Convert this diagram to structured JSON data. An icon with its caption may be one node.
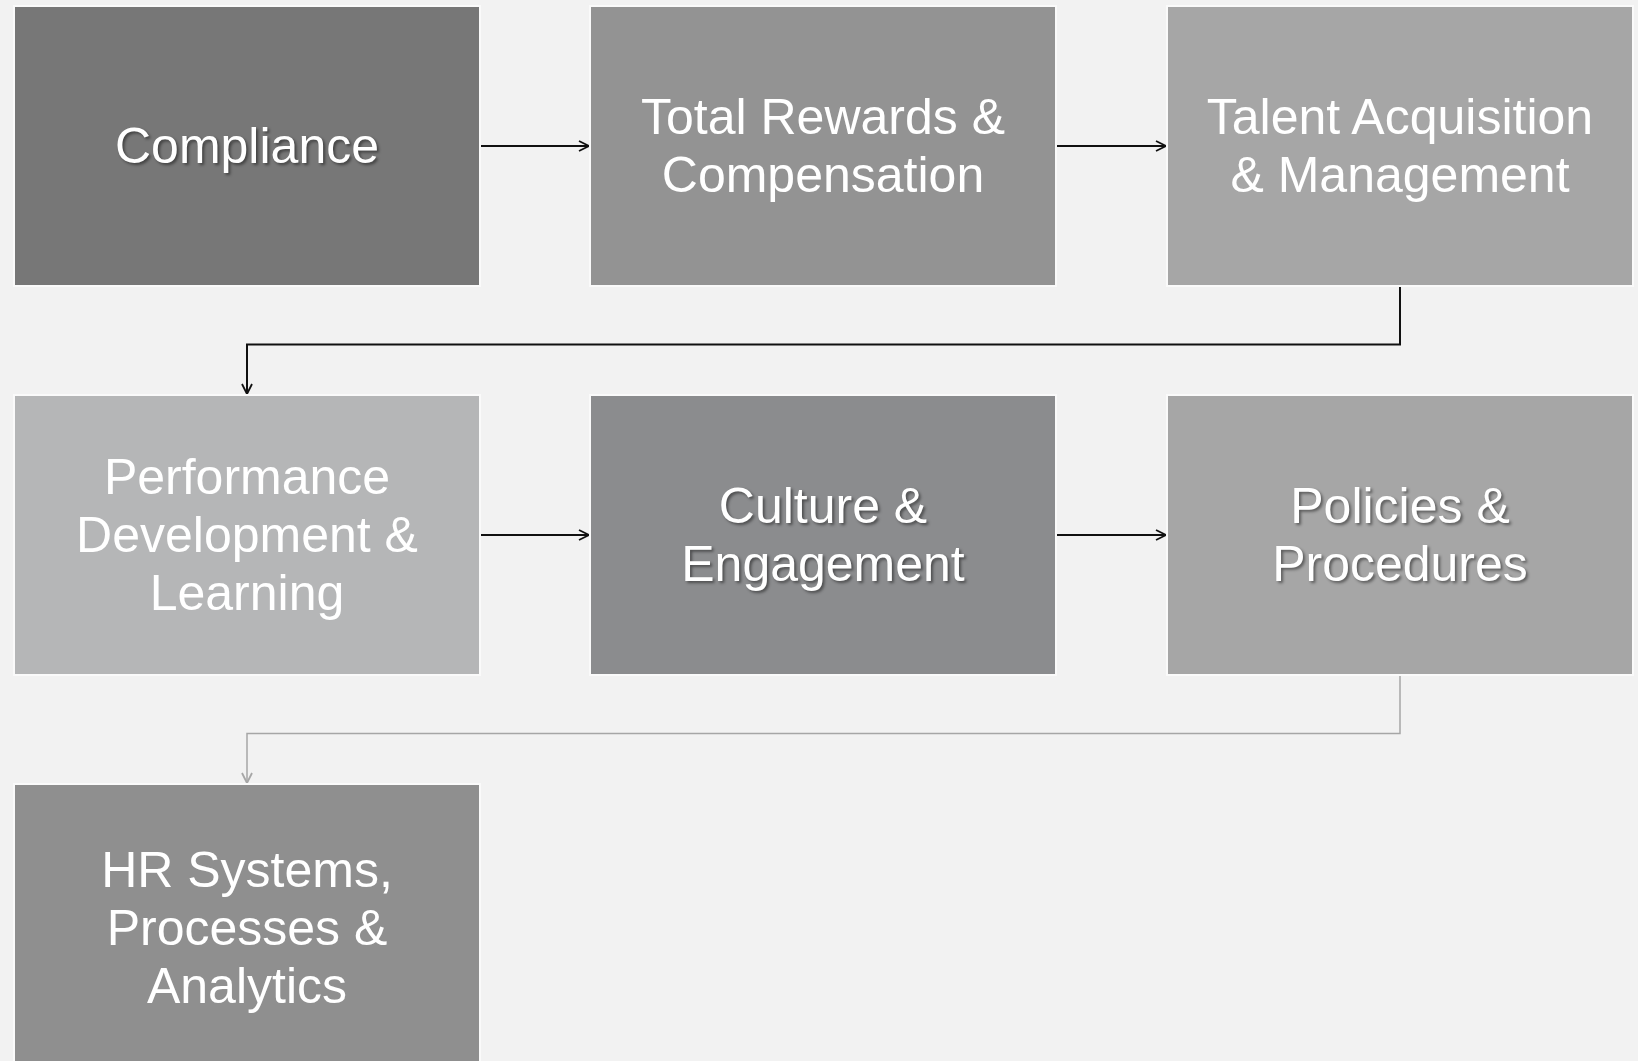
{
  "diagram": {
    "nodes": [
      {
        "text": [
          "Compliance"
        ]
      },
      {
        "text": [
          "Total Rewards & Compensation"
        ]
      },
      {
        "text": [
          "Talent Acquisition & Management"
        ]
      },
      {
        "text": [
          "Performance Development & Learning"
        ]
      },
      {
        "text": [
          "Culture & Engagement"
        ]
      },
      {
        "text": [
          "Policies & Procedures"
        ]
      },
      {
        "text": [
          "HR Systems, Processes & Analytics"
        ]
      }
    ],
    "edges": [
      {
        "from": 0,
        "to": 1,
        "arrow": "to"
      },
      {
        "from": 1,
        "to": 2,
        "arrow": "to"
      },
      {
        "from": 2,
        "to": 3,
        "arrow": "to"
      },
      {
        "from": 3,
        "to": 4,
        "arrow": "to"
      },
      {
        "from": 4,
        "to": 5,
        "arrow": "to"
      },
      {
        "from": 5,
        "to": 6,
        "arrow": "to",
        "color": "#a6a6a6"
      }
    ]
  }
}
